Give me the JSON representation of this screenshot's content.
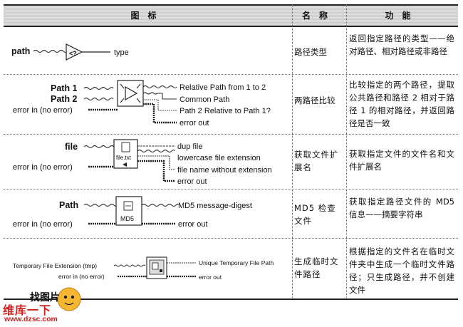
{
  "header": {
    "col_icon": "图标",
    "col_name": "名称",
    "col_func": "功能"
  },
  "rows": [
    {
      "inputs": [
        "path"
      ],
      "outputs": [
        "type"
      ],
      "name": "路径类型",
      "func": "返回指定路径的类型——绝对路径、相对路径或非路径"
    },
    {
      "inputs": [
        "Path 1",
        "Path 2",
        "error in (no error)"
      ],
      "outputs": [
        "Relative Path from 1 to 2",
        "Common Path",
        "Path 2 Relative to Path 1?",
        "error out"
      ],
      "name": "两路径比较",
      "func": "比较指定的两个路径，提取公共路径和路径 2 相对于路径 1 的相对路径，并返回路径是否一致"
    },
    {
      "inputs": [
        "file",
        "error in (no error)"
      ],
      "outputs": [
        "dup file",
        "lowercase file extension",
        "file name without extension",
        "error out"
      ],
      "icon_label": "file.txt",
      "name": "获取文件扩展名",
      "func": "获取指定文件的文件名和文件扩展名"
    },
    {
      "inputs": [
        "Path",
        "error in (no error)"
      ],
      "outputs": [
        "MD5 message-digest",
        "error out"
      ],
      "icon_label": "MD5",
      "name": "MD5 检查文件",
      "func": "获取指定路径文件的 MD5 信息——摘要字符串"
    },
    {
      "inputs": [
        "Temporary File Extension (tmp)",
        "error in (no error)"
      ],
      "outputs": [
        "Unique Temporary File Path",
        "error out"
      ],
      "name": "生成临时文件路径",
      "func": "根据指定的文件名在临时文件夹中生成一个临时文件路径；只生成路径，并不创建文件"
    }
  ],
  "watermark": {
    "line1": "维库一下",
    "line2": "www.dzsc.com",
    "badge": "找图片"
  }
}
